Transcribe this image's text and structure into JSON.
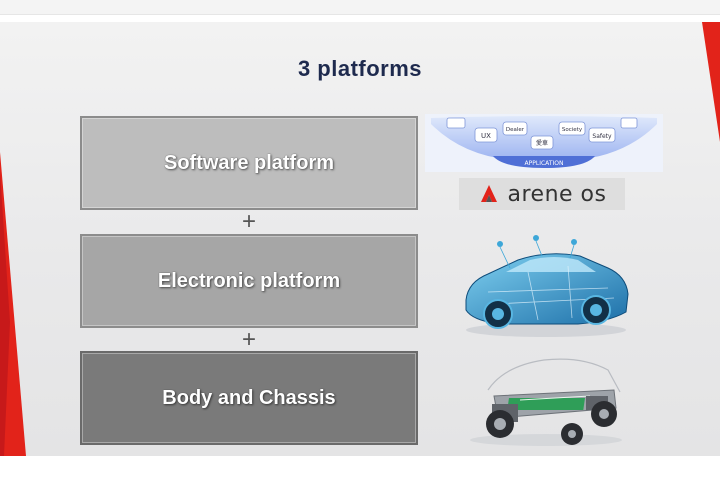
{
  "slide": {
    "title": "3 platforms",
    "plus_symbol": "+",
    "platforms": [
      {
        "label": "Software platform"
      },
      {
        "label": "Electronic platform"
      },
      {
        "label": "Body and Chassis"
      }
    ]
  },
  "software_graphic": {
    "bubbles": [
      "UX",
      "Dealer",
      "愛車",
      "Society",
      "Safety"
    ],
    "band_label": "APPLICATION",
    "logo_text": "arene os"
  },
  "colors": {
    "title": "#1e2a4e",
    "accent_red": "#e2231a",
    "box_software": "#bdbdbd",
    "box_electronic": "#a6a6a6",
    "box_body": "#7a7a7a"
  }
}
